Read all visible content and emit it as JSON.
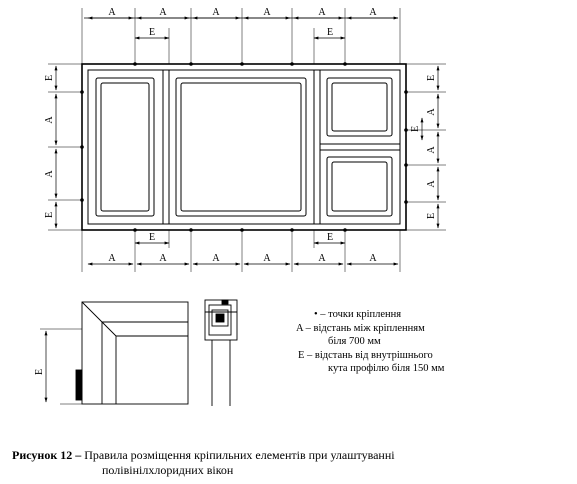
{
  "dim_labels": {
    "A": "A",
    "E": "E"
  },
  "legend": {
    "line1": "• – точки кріплення",
    "line2": "A – відстань між кріпленням",
    "line3": "біля 700 мм",
    "line4": "E – відстань від внутрішнього",
    "line5": "кута профілю біля 150 мм"
  },
  "caption": {
    "label": "Рисунок 12 –",
    "text": "Правила розміщення кріпильних елементів при улаштуванні",
    "text2": "полівінілхлоридних вікон"
  }
}
